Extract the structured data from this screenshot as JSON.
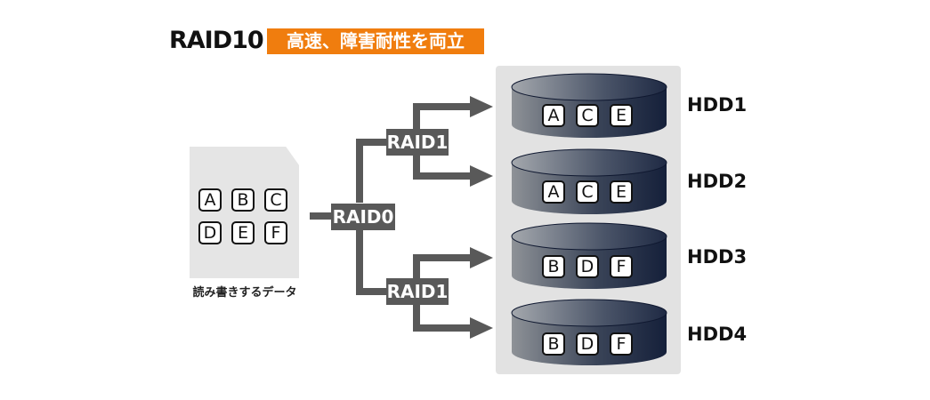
{
  "title": "RAID10",
  "subtitle": "高速、障害耐性を両立",
  "data_label": "読み書きするデータ",
  "data_blocks": [
    "A",
    "B",
    "C",
    "D",
    "E",
    "F"
  ],
  "raid0_label": "RAID0",
  "raid1_label": "RAID1",
  "drives": [
    {
      "name": "HDD1",
      "blocks": [
        "A",
        "C",
        "E"
      ]
    },
    {
      "name": "HDD2",
      "blocks": [
        "A",
        "C",
        "E"
      ]
    },
    {
      "name": "HDD3",
      "blocks": [
        "B",
        "D",
        "F"
      ]
    },
    {
      "name": "HDD4",
      "blocks": [
        "B",
        "D",
        "F"
      ]
    }
  ],
  "colors": {
    "accent": "#f07d0e",
    "connector": "#595959",
    "disk": "#1e2a45",
    "panel": "#e2e2e2"
  }
}
